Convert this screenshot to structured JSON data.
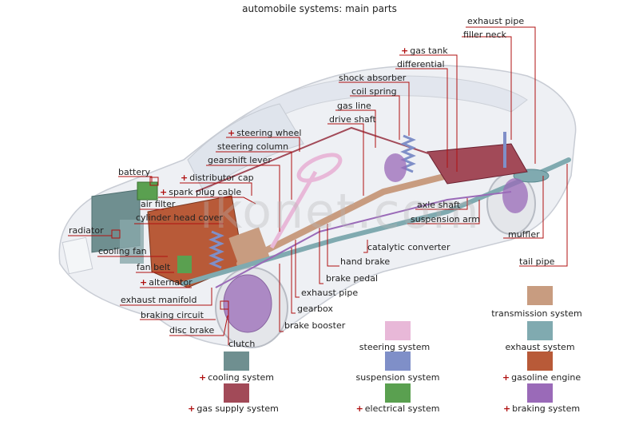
{
  "title": "automobile systems: main parts",
  "watermark": "ikonet.com",
  "labels": {
    "exhaust_pipe_top": "exhaust pipe",
    "filler_neck": "filler neck",
    "gas_tank": "gas tank",
    "differential": "differential",
    "shock_absorber": "shock absorber",
    "coil_spring": "coil spring",
    "gas_line": "gas line",
    "drive_shaft": "drive shaft",
    "steering_wheel": "steering wheel",
    "steering_column": "steering column",
    "gearshift_lever": "gearshift lever",
    "battery": "battery",
    "distributor_cap": "distributor cap",
    "spark_plug_cable": "spark plug cable",
    "air_filter": "air filter",
    "cylinder_head_cover": "cylinder head cover",
    "radiator": "radiator",
    "cooling_fan": "cooling fan",
    "fan_belt": "fan belt",
    "alternator": "alternator",
    "exhaust_manifold": "exhaust manifold",
    "braking_circuit": "braking circuit",
    "disc_brake": "disc brake",
    "clutch": "clutch",
    "axle_shaft": "axle shaft",
    "suspension_arm": "suspension arm",
    "muffler": "muffler",
    "catalytic_converter": "catalytic converter",
    "hand_brake": "hand brake",
    "tail_pipe": "tail pipe",
    "brake_pedal": "brake pedal",
    "exhaust_pipe_mid": "exhaust pipe",
    "gearbox": "gearbox",
    "brake_booster": "brake booster"
  },
  "plus_mark": "+",
  "legend": [
    {
      "label": "transmission system",
      "color": "#c89c80",
      "plus": false
    },
    {
      "label": "steering system",
      "color": "#e8b8d8",
      "plus": false
    },
    {
      "label": "exhaust system",
      "color": "#80aab0",
      "plus": false
    },
    {
      "label": "cooling system",
      "color": "#6f8f90",
      "plus": true
    },
    {
      "label": "suspension system",
      "color": "#7f8fc8",
      "plus": false
    },
    {
      "label": "gasoline engine",
      "color": "#b85a38",
      "plus": true
    },
    {
      "label": "gas supply system",
      "color": "#a24a58",
      "plus": true
    },
    {
      "label": "electrical system",
      "color": "#5aa050",
      "plus": true
    },
    {
      "label": "braking system",
      "color": "#9a6ab8",
      "plus": true
    }
  ],
  "colors": {
    "leader": "#b01010"
  }
}
